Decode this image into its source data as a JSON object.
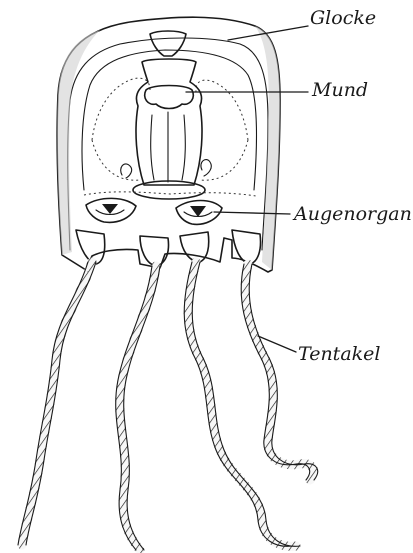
{
  "labels": {
    "glocke": "Glocke",
    "mund": "Mund",
    "augenorgan": "Augenorgan",
    "tentakel": "Tentakel"
  },
  "colors": {
    "ink": "#1a1a1a",
    "bell_fill": "#f0f0f0",
    "shade": "#c8c8c8",
    "dark_shade": "#8a8a8a",
    "background": "#ffffff"
  }
}
